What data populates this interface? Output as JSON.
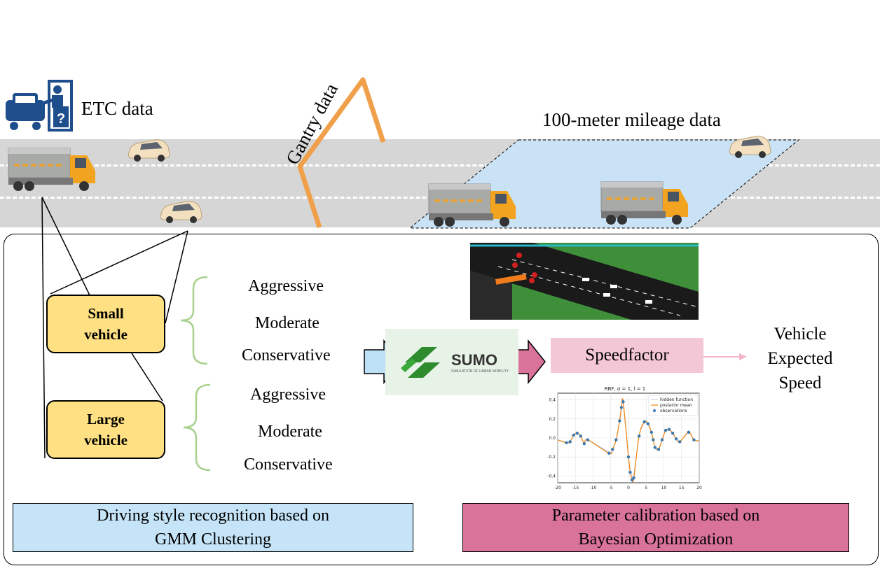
{
  "labels": {
    "etc": "ETC data",
    "gantry": "Gantry data",
    "mileage": "100-meter mileage data"
  },
  "vehicle_types": {
    "small": [
      "Small",
      "vehicle"
    ],
    "large": [
      "Large",
      "vehicle"
    ]
  },
  "styles_small": [
    "Aggressive",
    "Moderate",
    "Conservative"
  ],
  "styles_large": [
    "Aggressive",
    "Moderate",
    "Conservative"
  ],
  "sumo": {
    "logo_text": "SUMO",
    "logo_subtext": "SIMULATION OF URBAN MOBILITY"
  },
  "speedfactor": "Speedfactor",
  "output": [
    "Vehicle",
    "Expected",
    "Speed"
  ],
  "bottom": {
    "left": [
      "Driving style recognition based on",
      "GMM Clustering"
    ],
    "right": [
      "Parameter calibration based on",
      "Bayesian Optimization"
    ]
  },
  "plot": {
    "title": "RBF, σ = 1, l = 1",
    "legend": [
      "hidden function",
      "posterior mean",
      "observations"
    ],
    "x_ticks": [
      "-20",
      "-15",
      "-10",
      "-5",
      "0",
      "5",
      "10",
      "15",
      "20"
    ],
    "y_ticks": [
      "0.4",
      "0.2",
      "0.0",
      "-0.2",
      "-0.4"
    ],
    "xlim": [
      -20,
      20
    ],
    "ylim": [
      -0.47,
      0.47
    ],
    "observations": [
      {
        "x": -17.5,
        "y": -0.05
      },
      {
        "x": -16.5,
        "y": -0.04
      },
      {
        "x": -15.5,
        "y": 0.03
      },
      {
        "x": -14.5,
        "y": 0.05
      },
      {
        "x": -13.5,
        "y": 0.02
      },
      {
        "x": -12.5,
        "y": -0.06
      },
      {
        "x": -11.5,
        "y": -0.02
      },
      {
        "x": -5.5,
        "y": -0.16
      },
      {
        "x": -4.5,
        "y": -0.12
      },
      {
        "x": -3.5,
        "y": -0.02
      },
      {
        "x": -2.5,
        "y": 0.18
      },
      {
        "x": -2,
        "y": 0.32
      },
      {
        "x": -1.5,
        "y": 0.38
      },
      {
        "x": 0,
        "y": -0.2
      },
      {
        "x": 0.5,
        "y": -0.36
      },
      {
        "x": 1,
        "y": -0.44
      },
      {
        "x": 1.5,
        "y": -0.42
      },
      {
        "x": 3,
        "y": 0.02
      },
      {
        "x": 4.5,
        "y": 0.17
      },
      {
        "x": 5.5,
        "y": 0.15
      },
      {
        "x": 6.5,
        "y": 0.06
      },
      {
        "x": 7,
        "y": -0.02
      },
      {
        "x": 7.5,
        "y": -0.1
      },
      {
        "x": 8.5,
        "y": -0.12
      },
      {
        "x": 9.5,
        "y": -0.02
      },
      {
        "x": 10.5,
        "y": 0.08
      },
      {
        "x": 11.5,
        "y": 0.09
      },
      {
        "x": 12.5,
        "y": 0.05
      },
      {
        "x": 13.5,
        "y": -0.01
      },
      {
        "x": 14.5,
        "y": -0.04
      },
      {
        "x": 17,
        "y": 0.06
      },
      {
        "x": 18.5,
        "y": -0.02
      }
    ]
  },
  "colors": {
    "road": "#d6d6d6",
    "mileage_area": "#c9e2f5",
    "vehicle_box": "#ffe082",
    "brace": "#a9d18e",
    "blue_arrow": "#bde0f7",
    "pink_arrow": "#d97399",
    "speedfactor_box": "#f3c7d6",
    "bottom_left": "#c5e4f7",
    "bottom_right": "#d97399",
    "gantry": "#f0a04b"
  }
}
